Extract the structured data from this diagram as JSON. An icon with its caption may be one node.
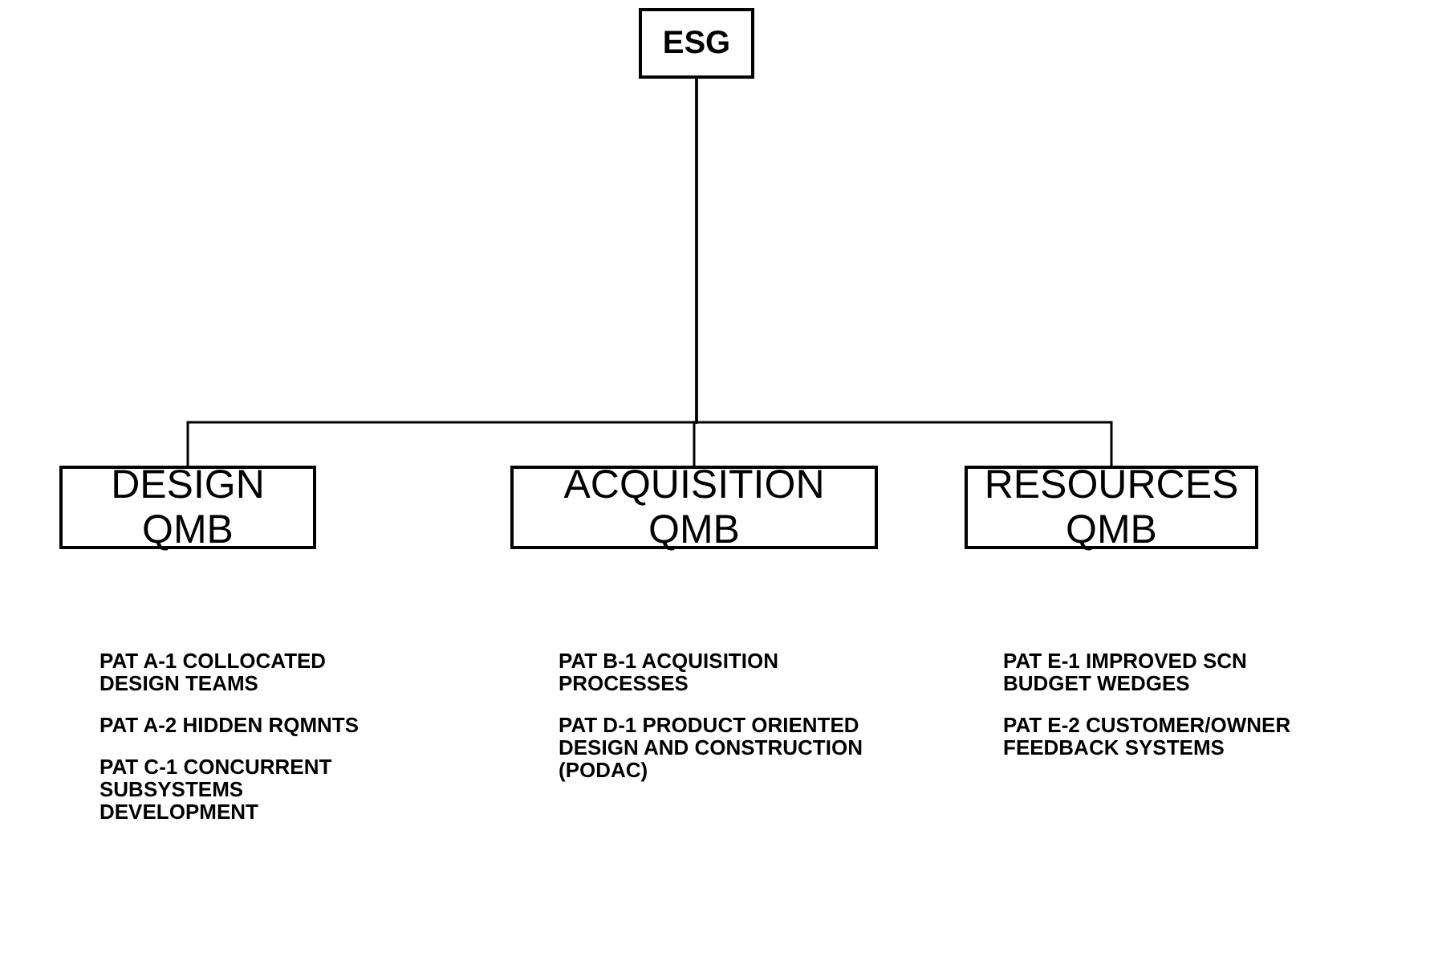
{
  "diagram": {
    "nodes": [
      {
        "text": [
          "ESG"
        ]
      },
      {
        "text": [
          "DESIGN QMB"
        ],
        "beside": [
          "PAT A-1 COLLOCATED DESIGN TEAMS",
          "PAT A-2 HIDDEN RQMNTS",
          "PAT C-1 CONCURRENT SUBSYSTEMS DEVELOPMENT"
        ]
      },
      {
        "text": [
          "ACQUISITION QMB"
        ],
        "beside": [
          "PAT B-1 ACQUISITION PROCESSES",
          "PAT D-1 PRODUCT ORIENTED DESIGN AND CONSTRUCTION (PODAC)"
        ]
      },
      {
        "text": [
          "RESOURCES QMB"
        ],
        "beside": [
          "PAT E-1 IMPROVED SCN BUDGET WEDGES",
          "PAT E-2 CUSTOMER/OWNER FEEDBACK SYSTEMS"
        ]
      }
    ],
    "edges": [
      {
        "from": 0,
        "to": 1,
        "arrow": "none"
      },
      {
        "from": 0,
        "to": 2,
        "arrow": "none"
      },
      {
        "from": 0,
        "to": 3,
        "arrow": "none"
      }
    ]
  }
}
